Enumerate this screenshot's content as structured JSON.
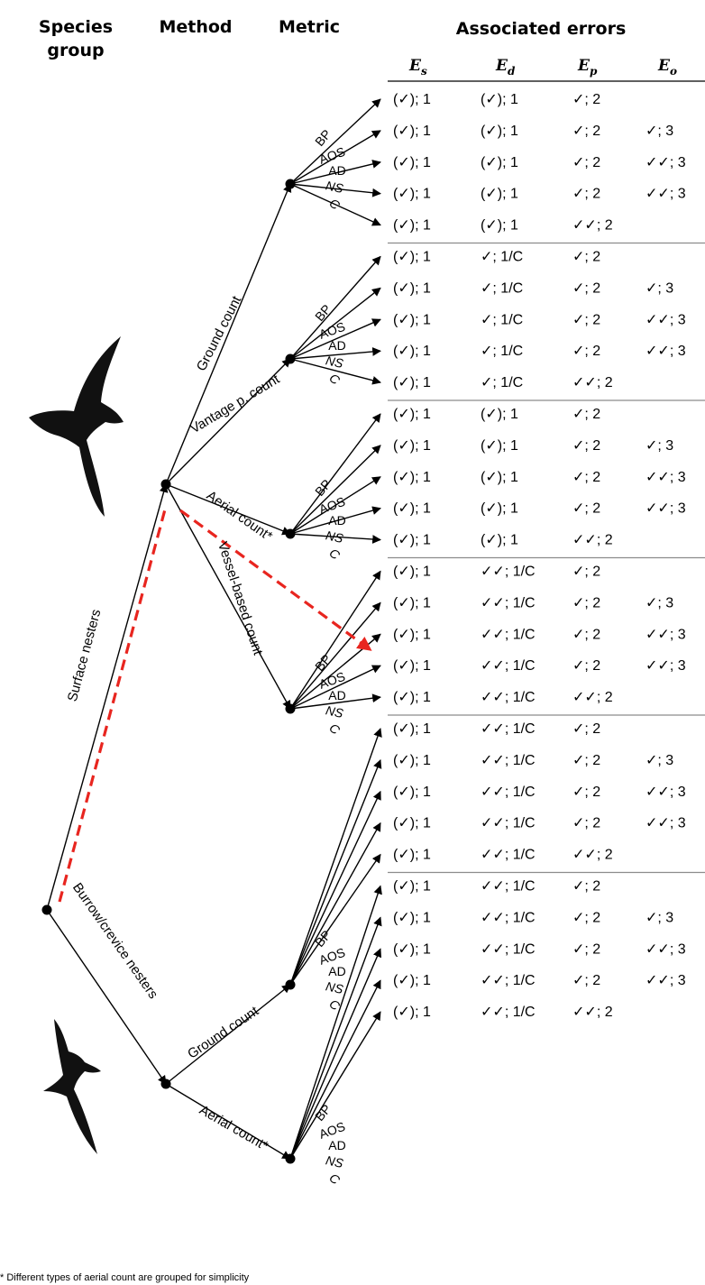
{
  "headers": {
    "species_line1": "Species",
    "species_line2": "group",
    "method": "Method",
    "metric": "Metric",
    "errors": "Associated errors"
  },
  "columns": [
    {
      "base": "E",
      "sub": "s"
    },
    {
      "base": "E",
      "sub": "d"
    },
    {
      "base": "E",
      "sub": "p"
    },
    {
      "base": "E",
      "sub": "o"
    }
  ],
  "species_groups": [
    "Surface nesters",
    "Burrow/crevice nesters"
  ],
  "methods": [
    {
      "label": "Ground count",
      "group": 0
    },
    {
      "label": "Vantage p. count",
      "group": 0
    },
    {
      "label": "Aerial count*",
      "group": 0
    },
    {
      "label": "Vessel-based count",
      "group": 0
    },
    {
      "label": "Ground count",
      "group": 1
    },
    {
      "label": "Aerial count*",
      "group": 1
    }
  ],
  "metrics": [
    {
      "label": "BP",
      "italic": false
    },
    {
      "label": "AOS",
      "italic": false
    },
    {
      "label": "AD",
      "italic": false
    },
    {
      "label": "NS",
      "italic": true
    },
    {
      "label": "C",
      "italic": true
    }
  ],
  "rows": [
    [
      "(✓); 1",
      "(✓); 1",
      "✓; 2",
      ""
    ],
    [
      "(✓); 1",
      "(✓); 1",
      "✓; 2",
      "✓; 3"
    ],
    [
      "(✓); 1",
      "(✓); 1",
      "✓; 2",
      "✓✓; 3"
    ],
    [
      "(✓); 1",
      "(✓); 1",
      "✓; 2",
      "✓✓; 3"
    ],
    [
      "(✓); 1",
      "(✓); 1",
      "✓✓; 2",
      ""
    ],
    [
      "(✓); 1",
      "✓; 1/C",
      "✓; 2",
      ""
    ],
    [
      "(✓); 1",
      "✓; 1/C",
      "✓; 2",
      "✓; 3"
    ],
    [
      "(✓); 1",
      "✓; 1/C",
      "✓; 2",
      "✓✓; 3"
    ],
    [
      "(✓); 1",
      "✓; 1/C",
      "✓; 2",
      "✓✓; 3"
    ],
    [
      "(✓); 1",
      "✓; 1/C",
      "✓✓; 2",
      ""
    ],
    [
      "(✓); 1",
      "(✓); 1",
      "✓; 2",
      ""
    ],
    [
      "(✓); 1",
      "(✓); 1",
      "✓; 2",
      "✓; 3"
    ],
    [
      "(✓); 1",
      "(✓); 1",
      "✓; 2",
      "✓✓; 3"
    ],
    [
      "(✓); 1",
      "(✓); 1",
      "✓; 2",
      "✓✓; 3"
    ],
    [
      "(✓); 1",
      "(✓); 1",
      "✓✓; 2",
      ""
    ],
    [
      "(✓); 1",
      "✓✓; 1/C",
      "✓; 2",
      ""
    ],
    [
      "(✓); 1",
      "✓✓; 1/C",
      "✓; 2",
      "✓; 3"
    ],
    [
      "(✓); 1",
      "✓✓; 1/C",
      "✓; 2",
      "✓✓; 3"
    ],
    [
      "(✓); 1",
      "✓✓; 1/C",
      "✓; 2",
      "✓✓; 3"
    ],
    [
      "(✓); 1",
      "✓✓; 1/C",
      "✓✓; 2",
      ""
    ],
    [
      "(✓); 1",
      "✓✓; 1/C",
      "✓; 2",
      ""
    ],
    [
      "(✓); 1",
      "✓✓; 1/C",
      "✓; 2",
      "✓; 3"
    ],
    [
      "(✓); 1",
      "✓✓; 1/C",
      "✓; 2",
      "✓✓; 3"
    ],
    [
      "(✓); 1",
      "✓✓; 1/C",
      "✓; 2",
      "✓✓; 3"
    ],
    [
      "(✓); 1",
      "✓✓; 1/C",
      "✓✓; 2",
      ""
    ],
    [
      "(✓); 1",
      "✓✓; 1/C",
      "✓; 2",
      ""
    ],
    [
      "(✓); 1",
      "✓✓; 1/C",
      "✓; 2",
      "✓; 3"
    ],
    [
      "(✓); 1",
      "✓✓; 1/C",
      "✓; 2",
      "✓✓; 3"
    ],
    [
      "(✓); 1",
      "✓✓; 1/C",
      "✓; 2",
      "✓✓; 3"
    ],
    [
      "(✓); 1",
      "✓✓; 1/C",
      "✓✓; 2",
      ""
    ]
  ],
  "footnote": "* Different types of aerial count are grouped for simplicity",
  "colors": {
    "ink": "#000000",
    "highlight_path": "#e8251f",
    "divider": "#8c8c8c"
  },
  "icons": [
    "surface-nester-bird-silhouette",
    "burrow-nester-bird-silhouette"
  ]
}
